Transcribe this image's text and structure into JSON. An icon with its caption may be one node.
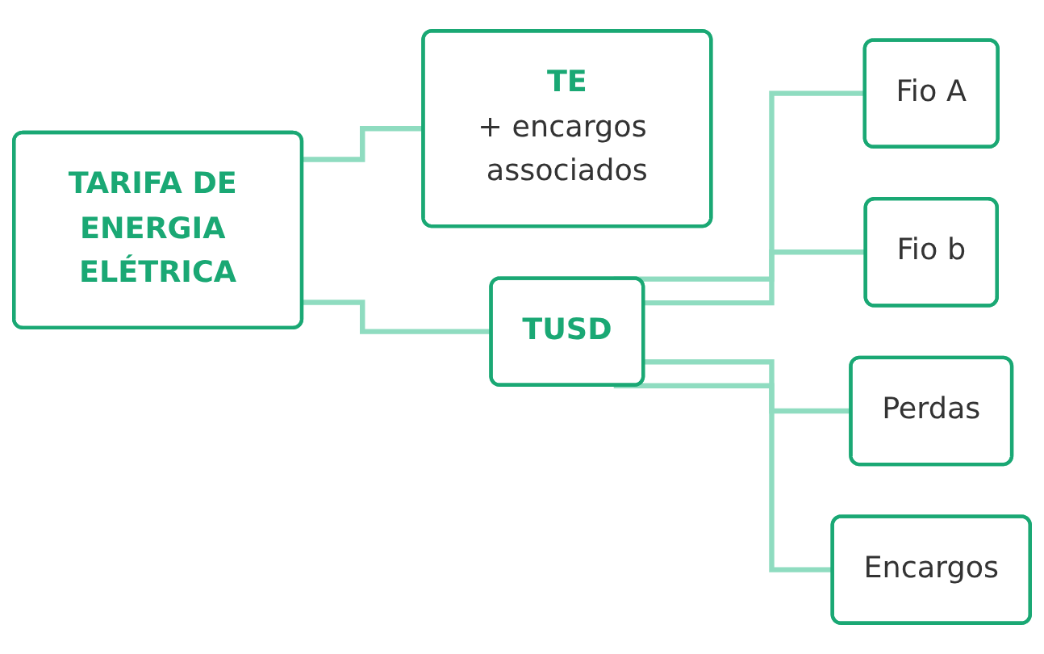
{
  "diagram": {
    "nodes": [
      {
        "text": [
          "TARIFA DE ENERGIA ELÉTRICA"
        ]
      },
      {
        "text": [
          "TE",
          "+ encargos associados"
        ]
      },
      {
        "text": [
          "TUSD"
        ]
      },
      {
        "text": [
          "Fio A"
        ]
      },
      {
        "text": [
          "Fio b"
        ]
      },
      {
        "text": [
          "Perdas"
        ]
      },
      {
        "text": [
          "Encargos"
        ]
      }
    ],
    "edges": [
      {
        "from": 0,
        "to": 1,
        "arrow": "none"
      },
      {
        "from": 0,
        "to": 2,
        "arrow": "none"
      },
      {
        "from": 2,
        "to": 3,
        "arrow": "none"
      },
      {
        "from": 2,
        "to": 4,
        "arrow": "none"
      },
      {
        "from": 2,
        "to": 5,
        "arrow": "none"
      },
      {
        "from": 2,
        "to": 6,
        "arrow": "none"
      }
    ]
  }
}
